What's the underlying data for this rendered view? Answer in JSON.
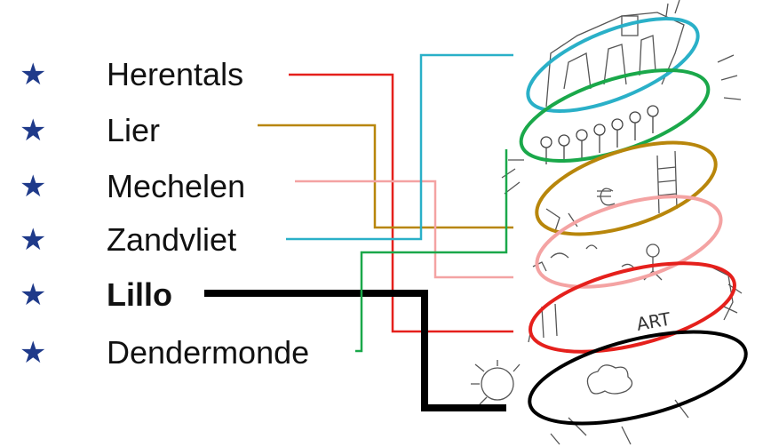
{
  "legend": {
    "items": [
      {
        "label": "Herentals",
        "color": "#e5201c",
        "bold": false
      },
      {
        "label": "Lier",
        "color": "#b8860b",
        "bold": false
      },
      {
        "label": "Mechelen",
        "color": "#f4a3a3",
        "bold": false
      },
      {
        "label": "Zandvliet",
        "color": "#2ab0c8",
        "bold": false
      },
      {
        "label": "Lillo",
        "color": "#000000",
        "bold": true
      },
      {
        "label": "Dendermonde",
        "color": "#1aa84a",
        "bold": false
      }
    ],
    "marker_icon": "star-icon",
    "marker_color": "#1f3a8a"
  },
  "sketch": {
    "texts": [
      "ART"
    ],
    "ring_count": 6
  }
}
